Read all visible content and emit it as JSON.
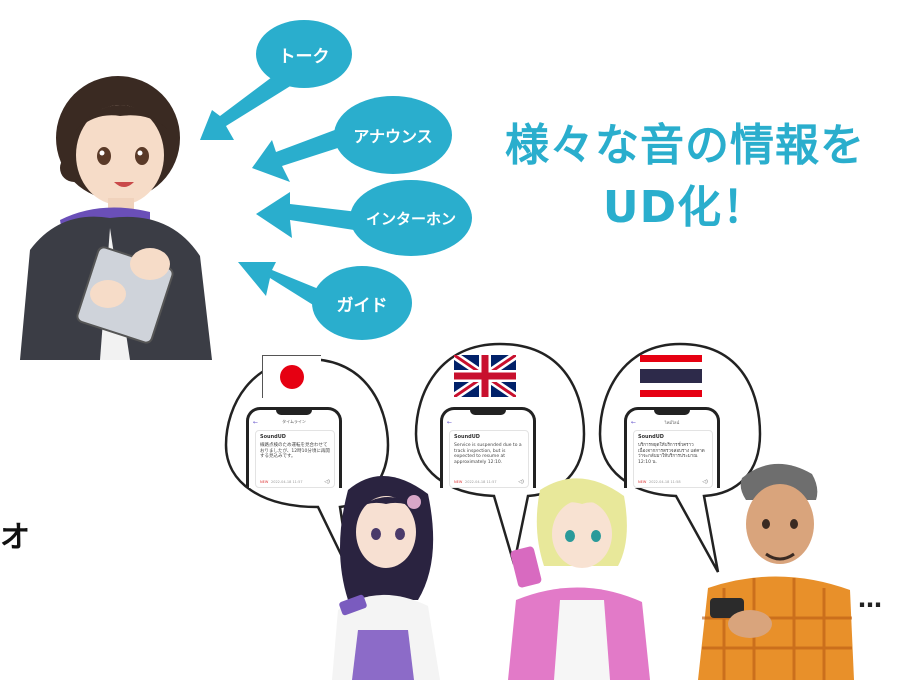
{
  "headline": {
    "line1": "様々な音の情報を",
    "line2": "UD化！"
  },
  "sources": [
    {
      "label": "トーク"
    },
    {
      "label": "アナウンス"
    },
    {
      "label": "インターホン"
    },
    {
      "label": "ガイド"
    }
  ],
  "edge_glyph": "オ",
  "ellipsis": "…",
  "phones": [
    {
      "nav_title": "タイムライン",
      "app": "SoundUD",
      "message": "線路点検のため運転を見合わせておりましたが、12時10分頃に再開する見込みです。",
      "meta": "NEW",
      "timestamp": "2022-04-18 11:57"
    },
    {
      "nav_title": "",
      "app": "SoundUD",
      "message": "Service is suspended due to a track inspection, but is expected to resume at approximately 12:10.",
      "meta": "NEW",
      "timestamp": "2022-04-18 11:57"
    },
    {
      "nav_title": "ไทม์ไลน์",
      "app": "SoundUD",
      "message": "บริการหยุดให้บริการชั่วคราวเนื่องจากการตรวจสอบราง แต่คาดว่าจะกลับมาให้บริการประมาณ 12:10 น.",
      "meta": "NEW",
      "timestamp": "2022-04-18 11:58"
    }
  ],
  "colors": {
    "accent": "#2aaecd",
    "flag_red": "#e60012",
    "uk_blue": "#012169",
    "thai_blue": "#2d2a4a"
  }
}
